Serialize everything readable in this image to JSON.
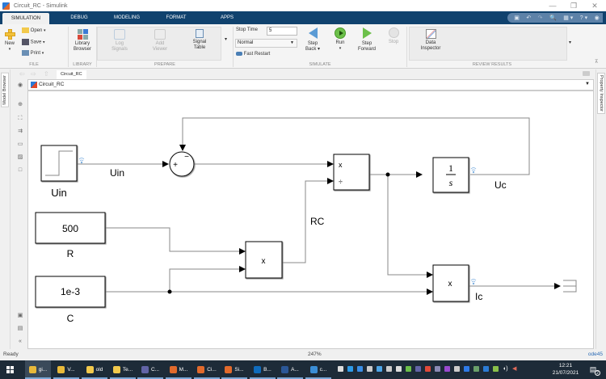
{
  "window": {
    "title": "Circuit_RC - Simulink",
    "controls": [
      "—",
      "❐",
      "✕"
    ]
  },
  "tabs": [
    {
      "label": "SIMULATION",
      "active": true
    },
    {
      "label": "DEBUG"
    },
    {
      "label": "MODELING"
    },
    {
      "label": "FORMAT"
    },
    {
      "label": "APPS"
    }
  ],
  "quick_access": {
    "icons": [
      "save-icon",
      "undo-icon",
      "redo-icon",
      "search-icon",
      "find-icon",
      "help-icon",
      "settings-icon"
    ],
    "glyphs": [
      "▣",
      "↶",
      "↷",
      "🔍",
      "▦ ▾",
      "? ▾",
      "◉"
    ]
  },
  "ribbon": {
    "file": {
      "new": "New",
      "open": "Open",
      "save": "Save",
      "print": "Print",
      "group": "FILE"
    },
    "library": {
      "browser_l1": "Library",
      "browser_l2": "Browser",
      "group": "LIBRARY"
    },
    "prepare": {
      "log_l1": "Log",
      "log_l2": "Signals",
      "add_l1": "Add",
      "add_l2": "Viewer",
      "table_l1": "Signal",
      "table_l2": "Table",
      "group": "PREPARE"
    },
    "simulate": {
      "stop_time_label": "Stop Time",
      "stop_time_value": "5",
      "mode": "Normal",
      "fast_restart": "Fast Restart",
      "step_back_l1": "Step",
      "step_back_l2": "Back ▾",
      "run": "Run",
      "run_arrow": "▾",
      "step_fwd_l1": "Step",
      "step_fwd_l2": "Forward",
      "stop": "Stop",
      "group": "SIMULATE"
    },
    "review": {
      "data_l1": "Data",
      "data_l2": "Inspector",
      "group": "REVIEW RESULTS"
    }
  },
  "nav": {
    "tab": "Circuit_RC",
    "address": "Circuit_RC"
  },
  "side_tabs": {
    "left": "Model Browser",
    "right": "Property Inspector"
  },
  "diagram": {
    "blocks": {
      "step_label": "Uin",
      "sum_plus": "+",
      "sum_minus": "−",
      "divide_mul": "x",
      "divide_div": "÷",
      "integrator_num": "1",
      "integrator_den": "s",
      "const_r_value": "500",
      "const_r_label": "R",
      "const_c_value": "1e-3",
      "const_c_label": "C",
      "product_rc": "x",
      "product_ic": "x"
    },
    "signals": {
      "uin": "Uin",
      "rc": "RC",
      "uc": "Uc",
      "ic": "Ic"
    }
  },
  "status": {
    "state": "Ready",
    "zoom": "247%",
    "solver": "ode45"
  },
  "taskbar": {
    "items": [
      {
        "label": "gi...",
        "icon": "chrome-icon",
        "color": "#e8b93a"
      },
      {
        "label": "V...",
        "icon": "chrome-icon",
        "color": "#e8b93a"
      },
      {
        "label": "old",
        "icon": "folder-icon",
        "color": "#f2c94c"
      },
      {
        "label": "Te...",
        "icon": "folder-icon",
        "color": "#f2c94c"
      },
      {
        "label": "C...",
        "icon": "teams-icon",
        "color": "#6264a7"
      },
      {
        "label": "M...",
        "icon": "matlab-icon",
        "color": "#e26a2c"
      },
      {
        "label": "Ci...",
        "icon": "simulink-icon",
        "color": "#e26a2c"
      },
      {
        "label": "Si...",
        "icon": "matlab-icon",
        "color": "#e26a2c"
      },
      {
        "label": "B...",
        "icon": "outlook-icon",
        "color": "#0f6cbd"
      },
      {
        "label": "A...",
        "icon": "word-icon",
        "color": "#2b5797"
      },
      {
        "label": "c...",
        "icon": "photos-icon",
        "color": "#3b8ed6"
      }
    ],
    "time": "12:21",
    "date": "21/07/2021",
    "notifications": "2"
  }
}
